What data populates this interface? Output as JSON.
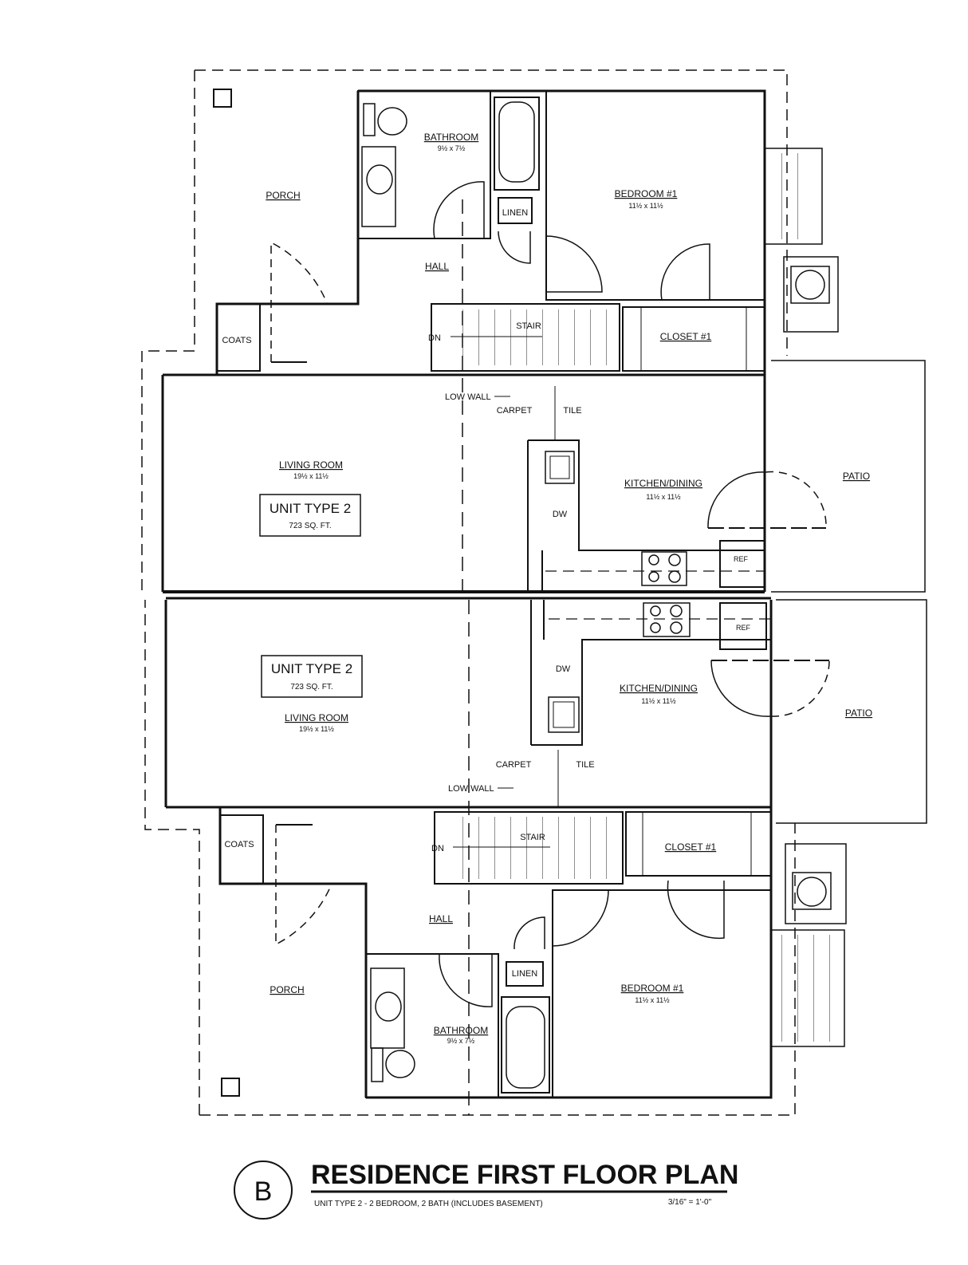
{
  "sheet": {
    "badge": "B",
    "title": "RESIDENCE FIRST FLOOR PLAN",
    "subtitle": "UNIT TYPE 2 - 2 BEDROOM, 2 BATH (INCLUDES BASEMENT)",
    "scale": "3/16\" = 1'-0\""
  },
  "units": [
    {
      "unit_label": "UNIT TYPE 2",
      "unit_area": "723 SQ. FT.",
      "porch": "PORCH",
      "coats": "COATS",
      "bathroom": "BATHROOM",
      "bathroom_dim": "9½ x 7½",
      "linen": "LINEN",
      "bedroom": "BEDROOM #1",
      "bedroom_dim": "11½ x 11½",
      "hall": "HALL",
      "stair": "STAIR",
      "dn": "DN",
      "closet": "CLOSET #1",
      "low_wall": "LOW WALL",
      "carpet": "CARPET",
      "tile": "TILE",
      "living": "LIVING ROOM",
      "living_dim": "19½ x 11½",
      "kitchen": "KITCHEN/DINING",
      "kitchen_dim": "11½ x 11½",
      "dw": "DW",
      "ref": "REF",
      "patio": "PATIO"
    },
    {
      "unit_label": "UNIT TYPE 2",
      "unit_area": "723 SQ. FT.",
      "porch": "PORCH",
      "coats": "COATS",
      "bathroom": "BATHROOM",
      "bathroom_dim": "9½ x 7½",
      "linen": "LINEN",
      "bedroom": "BEDROOM #1",
      "bedroom_dim": "11½ x 11½",
      "hall": "HALL",
      "stair": "STAIR",
      "dn": "DN",
      "closet": "CLOSET #1",
      "low_wall": "LOW WALL",
      "carpet": "CARPET",
      "tile": "TILE",
      "living": "LIVING ROOM",
      "living_dim": "19½ x 11½",
      "kitchen": "KITCHEN/DINING",
      "kitchen_dim": "11½ x 11½",
      "dw": "DW",
      "ref": "REF",
      "patio": "PATIO"
    }
  ]
}
